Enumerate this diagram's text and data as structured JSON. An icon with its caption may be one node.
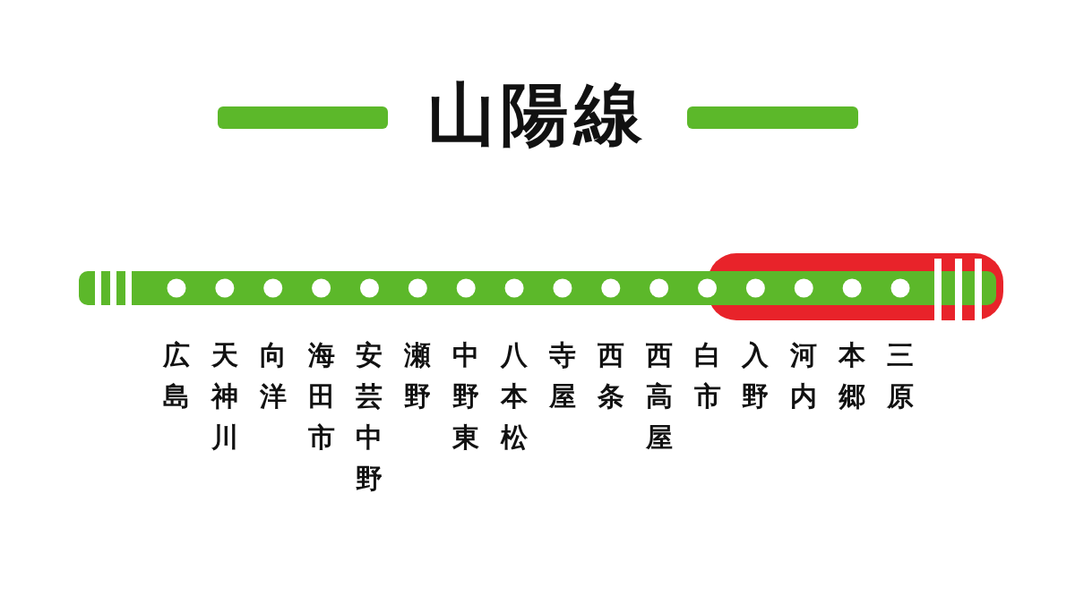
{
  "diagram": {
    "title": "山陽線",
    "labels": [
      "広島",
      "天神川",
      "向洋",
      "海田市",
      "安芸中野",
      "瀬野",
      "中野東",
      "八本松",
      "寺屋",
      "西条",
      "西高屋",
      "白市",
      "入野",
      "河内",
      "本郷",
      "三原"
    ]
  }
}
